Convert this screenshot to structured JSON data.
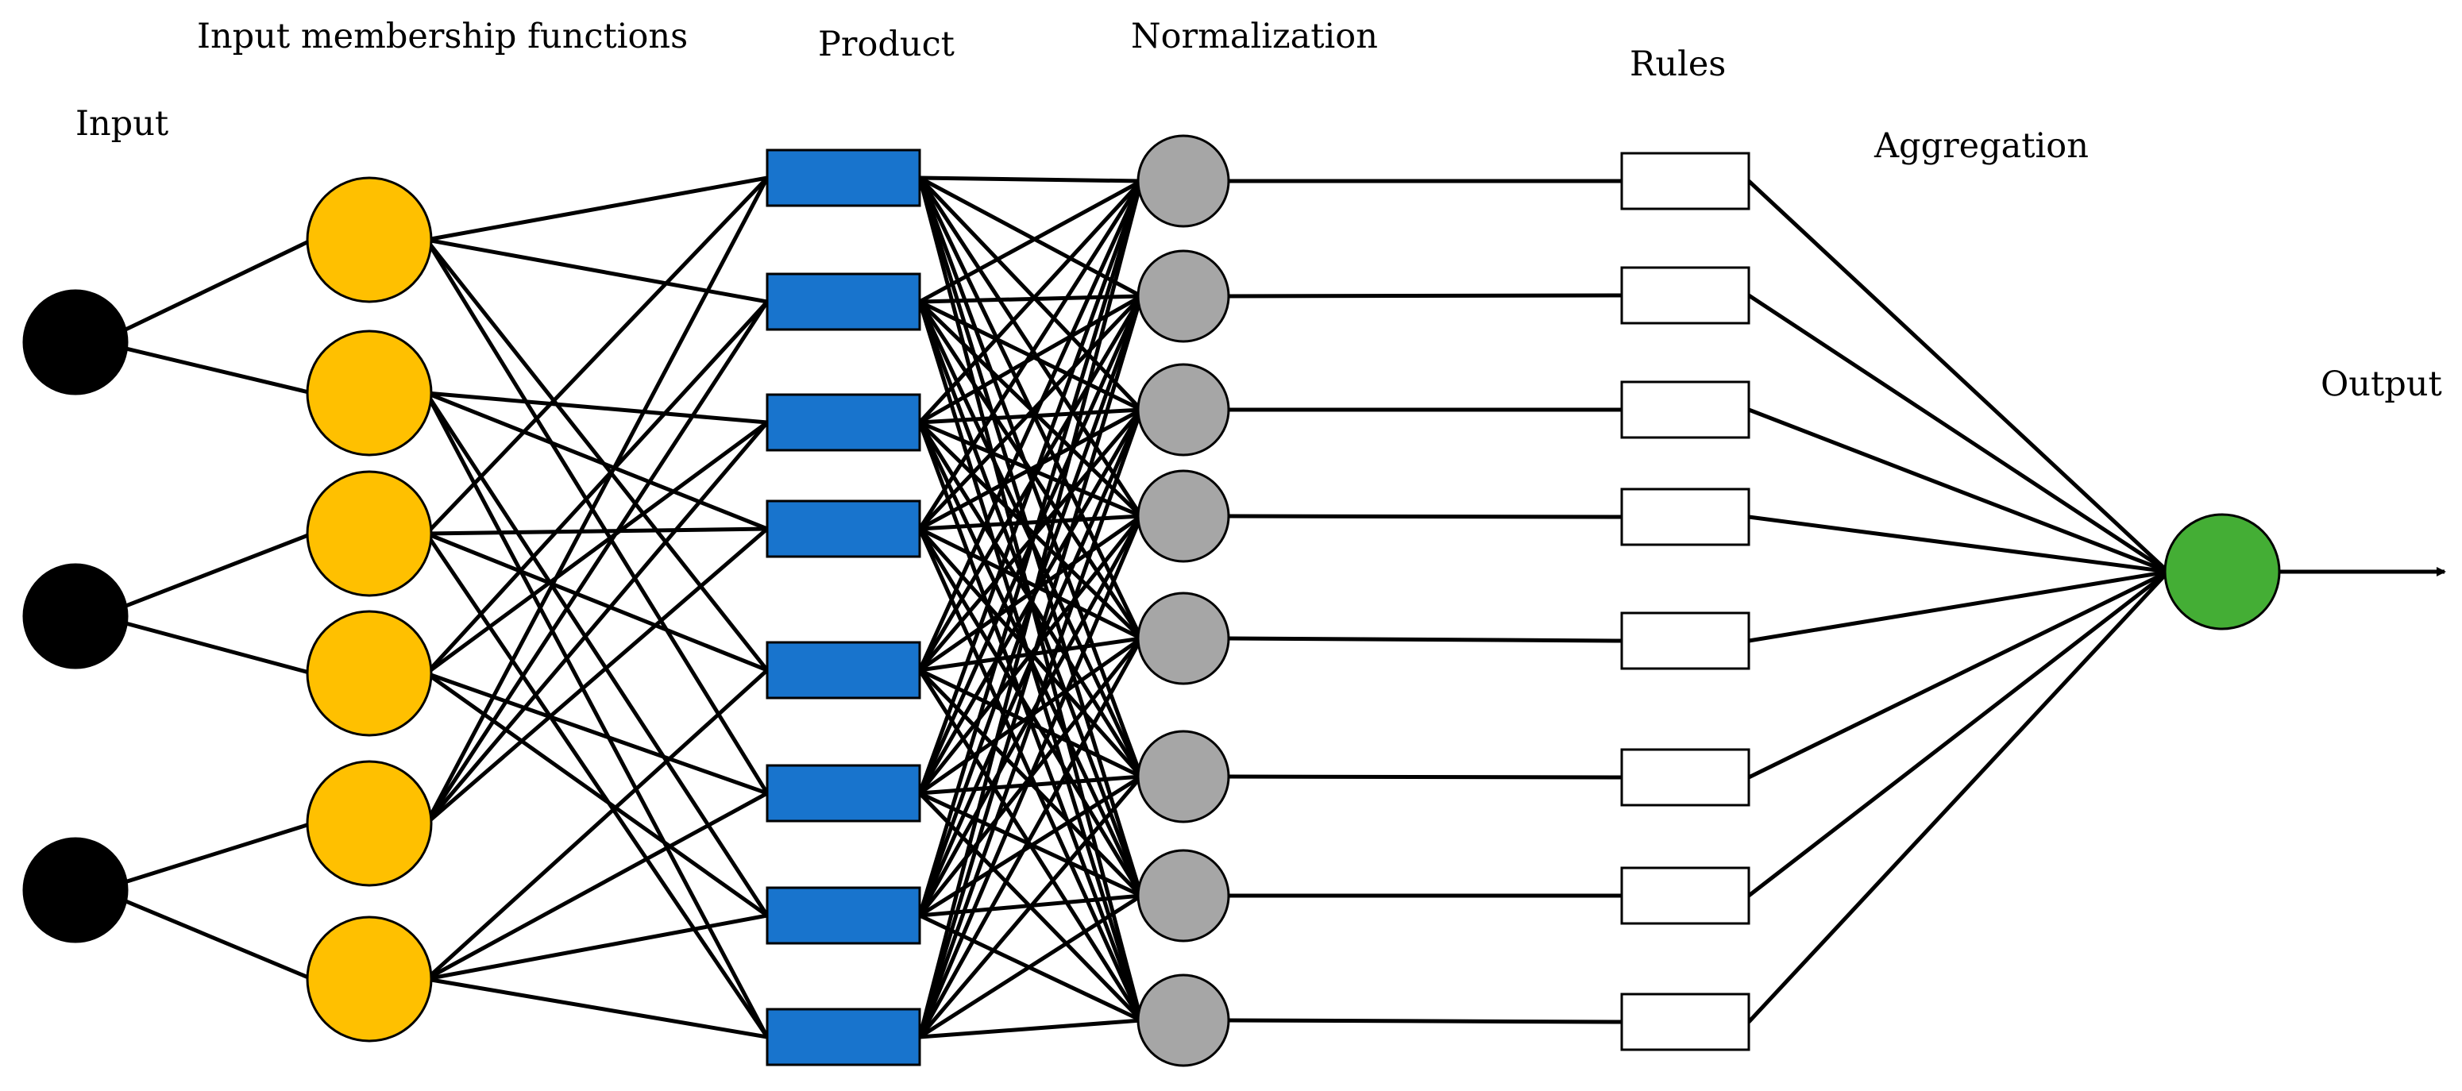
{
  "labels": {
    "input": "Input",
    "membership": "Input membership functions",
    "product": "Product",
    "normalization": "Normalization",
    "rules": "Rules",
    "aggregation": "Aggregation",
    "output": "Output"
  },
  "colors": {
    "input_node": "#000000",
    "membership_node": "#FFC000",
    "product_node": "#1874CD",
    "normalization_node": "#A6A6A6",
    "rule_node": "#FFFFFF",
    "output_node": "#44AE35",
    "edge": "#000000"
  },
  "layers": {
    "input": 3,
    "membership": 6,
    "product": 8,
    "normalization": 8,
    "rules": 8,
    "output": 1
  },
  "connections": {
    "membership_to_product": [
      [
        0,
        1,
        4,
        5
      ],
      [
        2,
        3,
        6,
        7
      ],
      [
        0,
        3,
        4,
        7
      ],
      [
        1,
        2,
        5,
        6
      ],
      [
        0,
        1,
        2,
        3
      ],
      [
        4,
        5,
        6,
        7
      ]
    ],
    "product_to_normalization": "all-to-all",
    "normalization_to_rules": "one-to-one",
    "rules_to_output": "all-to-one"
  }
}
